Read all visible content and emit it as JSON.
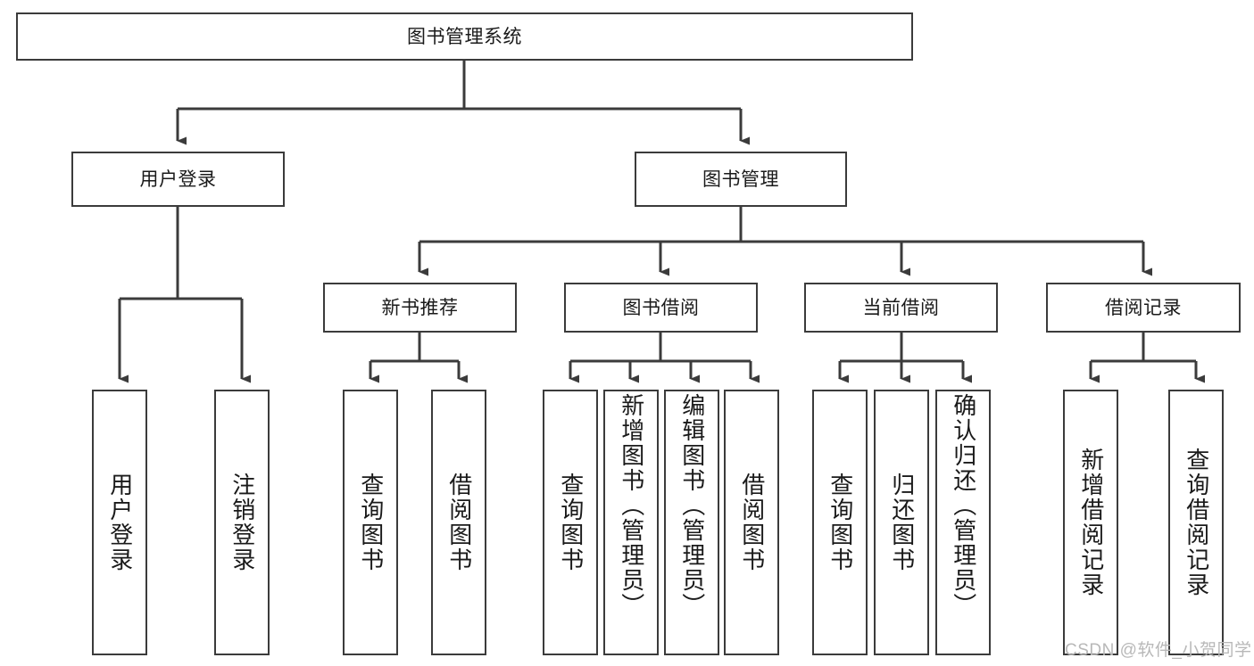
{
  "diagram": {
    "title": "图书管理系统",
    "type": "tree-hierarchy-chart",
    "colors": {
      "box_border": "#3b3b3b",
      "box_fill": "#ffffff",
      "connector": "#3b3b3b",
      "text": "#1a1a1a",
      "watermark": "#b8b8b8",
      "background": "#ffffff"
    },
    "root": {
      "label": "图书管理系统"
    },
    "level2": [
      {
        "id": "user-login",
        "label": "用户登录"
      },
      {
        "id": "book-management",
        "label": "图书管理"
      }
    ],
    "level3": [
      {
        "id": "new-book-recommend",
        "label": "新书推荐"
      },
      {
        "id": "book-borrow",
        "label": "图书借阅"
      },
      {
        "id": "current-borrow",
        "label": "当前借阅"
      },
      {
        "id": "borrow-record",
        "label": "借阅记录"
      }
    ],
    "leaves": {
      "user_login": [
        {
          "id": "leaf-user-login",
          "label": "用户登录"
        },
        {
          "id": "leaf-logout-login",
          "label": "注销登录"
        }
      ],
      "new_book_recommend": [
        {
          "id": "leaf-query-book-1",
          "label": "查询图书"
        },
        {
          "id": "leaf-borrow-book-1",
          "label": "借阅图书"
        }
      ],
      "book_borrow": [
        {
          "id": "leaf-query-book-2",
          "label": "查询图书"
        },
        {
          "id": "leaf-add-book-admin",
          "label": "新增图书（管理员）"
        },
        {
          "id": "leaf-edit-book-admin",
          "label": "编辑图书（管理员）"
        },
        {
          "id": "leaf-borrow-book-2",
          "label": "借阅图书"
        }
      ],
      "current_borrow": [
        {
          "id": "leaf-query-book-3",
          "label": "查询图书"
        },
        {
          "id": "leaf-return-book",
          "label": "归还图书"
        },
        {
          "id": "leaf-confirm-return-admin",
          "label": "确认归还（管理员）"
        }
      ],
      "borrow_record": [
        {
          "id": "leaf-add-borrow-record",
          "label": "新增借阅记录"
        },
        {
          "id": "leaf-query-borrow-record",
          "label": "查询借阅记录"
        }
      ]
    },
    "watermark": "CSDN @软件_小贺同学"
  }
}
